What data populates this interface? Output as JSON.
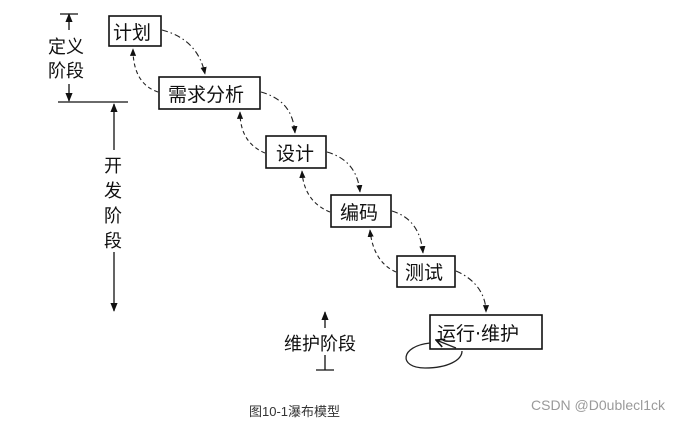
{
  "stages": [
    {
      "id": "plan",
      "label": "计划"
    },
    {
      "id": "requirements",
      "label": "需求分析"
    },
    {
      "id": "design",
      "label": "设计"
    },
    {
      "id": "coding",
      "label": "编码"
    },
    {
      "id": "testing",
      "label": "测试"
    },
    {
      "id": "operation",
      "label": "运行·维护"
    }
  ],
  "phases": {
    "definition": {
      "line1": "定义",
      "line2": "阶段"
    },
    "development": {
      "chars": [
        "开",
        "发",
        "阶",
        "段"
      ]
    },
    "maintenance": {
      "label": "维护阶段"
    }
  },
  "caption": "图10-1瀑布模型",
  "watermark": "CSDN @D0ublecl1ck"
}
